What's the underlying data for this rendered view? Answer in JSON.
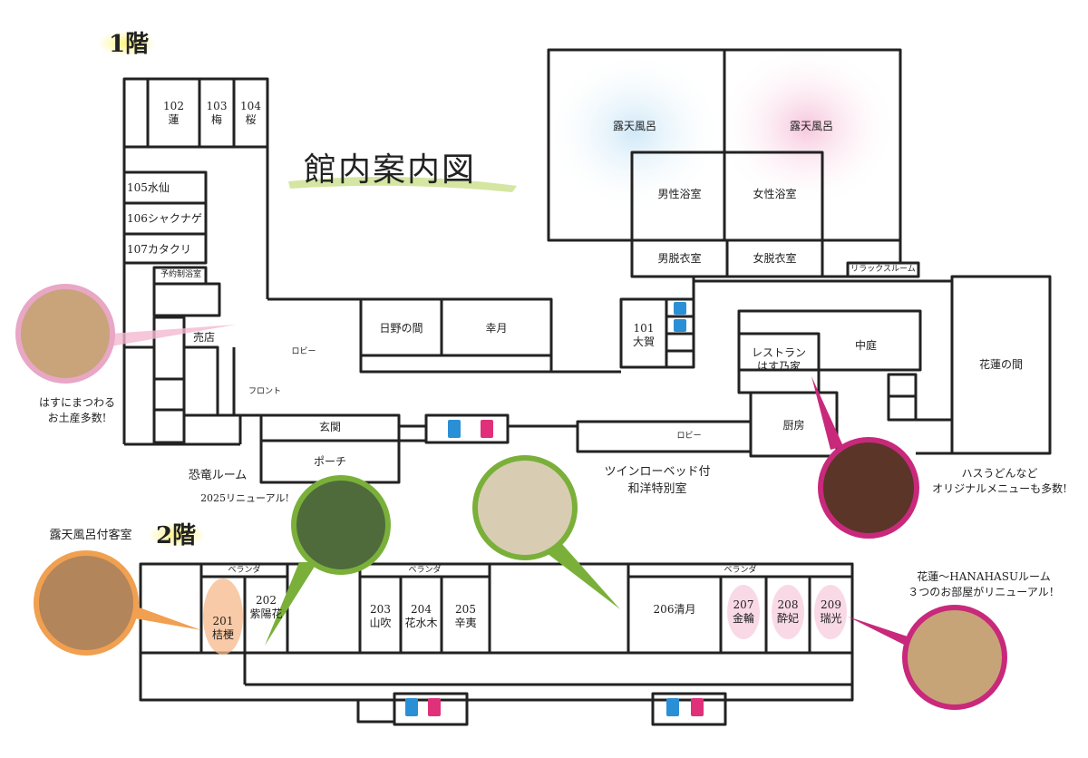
{
  "title": "館内案内図",
  "floors": {
    "f1": "1階",
    "f2": "2階"
  },
  "floor1": {
    "rooms": {
      "r102": "102\n蓮",
      "r103": "103\n梅",
      "r104": "104\n桜",
      "r105": "105水仙",
      "r106": "106シャクナゲ",
      "r107": "107カタクリ",
      "reservation": "予約制浴室",
      "shop": "売店",
      "lobby_left": "ロビー",
      "front": "フロント",
      "hino": "日野の間",
      "kogetsu": "幸月",
      "r101": "101\n大賀",
      "genkan": "玄関",
      "porch": "ポーチ",
      "lobby_right": "ロビー",
      "outdoor_bath_m": "露天風呂",
      "outdoor_bath_f": "露天風呂",
      "bath_m": "男性浴室",
      "bath_f": "女性浴室",
      "dressing_m": "男脱衣室",
      "dressing_f": "女脱衣室",
      "relax": "リラックスルーム",
      "restaurant": "レストラン\nはす乃家",
      "courtyard": "中庭",
      "kitchen": "厨房",
      "karen": "花蓮の間"
    }
  },
  "floor2": {
    "rooms": {
      "veranda1": "ベランダ",
      "veranda2": "ベランダ",
      "veranda3": "ベランダ",
      "r201": "201\n桔梗",
      "r202": "202\n紫陽花",
      "r203": "203\n山吹",
      "r204": "204\n花水木",
      "r205": "205\n辛夷",
      "r206": "206清月",
      "r207": "207\n金輪",
      "r208": "208\n酔妃",
      "r209": "209\n瑞光"
    }
  },
  "callouts": {
    "souvenir": "はすにまつわる\nお土産多数!",
    "dino_title": "恐竜ルーム",
    "dino_sub": "2025リニューアル!",
    "twin": "ツインローベッド付\n和洋特別室",
    "hasu_udon": "ハスうどんなど\nオリジナルメニューも多数!",
    "outdoor_room": "露天風呂付客室",
    "hanahasu": "花蓮～HANAHASUルーム\n３つのお部屋がリニューアル！"
  },
  "colors": {
    "wall": "#222222",
    "men_blue": "#2b8fd6",
    "women_pink": "#e0307a",
    "accent_green": "#7ab03a",
    "accent_magenta": "#c8297b",
    "accent_orange": "#f0a050",
    "pink_soft": "#f4b8d0",
    "blue_soft": "#b9dcf2",
    "yellow_hl": "#fff27a"
  }
}
